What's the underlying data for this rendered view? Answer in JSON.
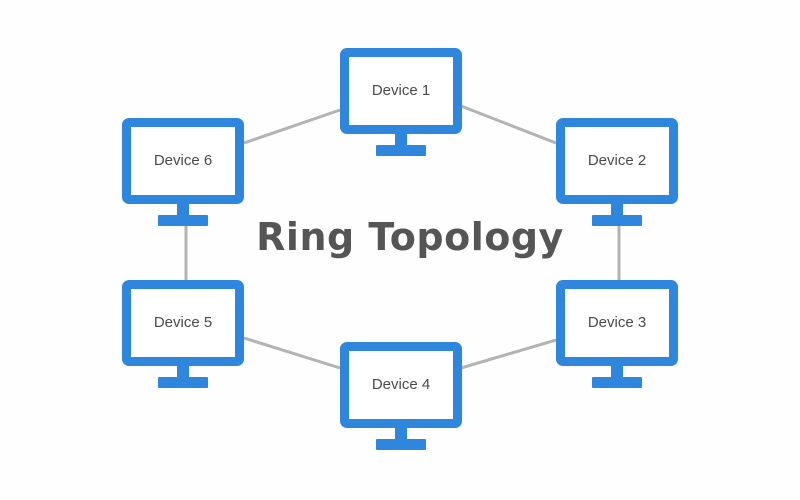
{
  "title": "Ring Topology",
  "devices": [
    {
      "label": "Device 1"
    },
    {
      "label": "Device 2"
    },
    {
      "label": "Device 3"
    },
    {
      "label": "Device 4"
    },
    {
      "label": "Device 5"
    },
    {
      "label": "Device 6"
    }
  ],
  "colors": {
    "monitor": "#2f86dd",
    "link": "#b3b3b3",
    "title": "#555555"
  }
}
